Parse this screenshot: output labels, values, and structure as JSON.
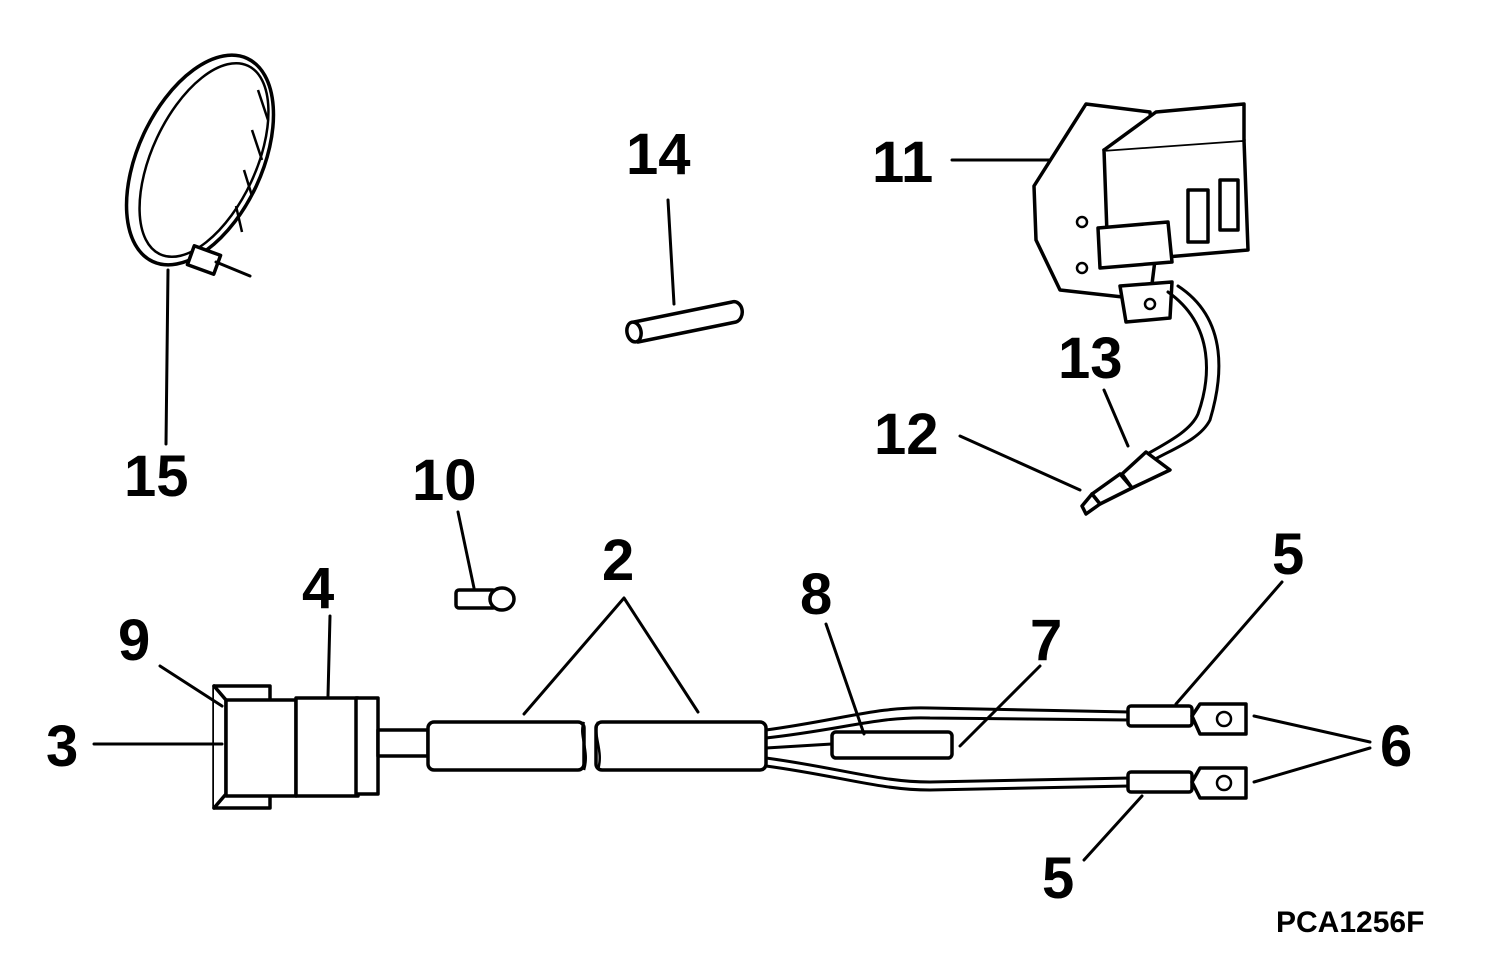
{
  "callouts": {
    "c2": "2",
    "c3": "3",
    "c4": "4",
    "c5a": "5",
    "c5b": "5",
    "c6": "6",
    "c7": "7",
    "c8": "8",
    "c9": "9",
    "c10": "10",
    "c11": "11",
    "c12": "12",
    "c13": "13",
    "c14": "14",
    "c15": "15"
  },
  "figure_code": "PCA1256F"
}
